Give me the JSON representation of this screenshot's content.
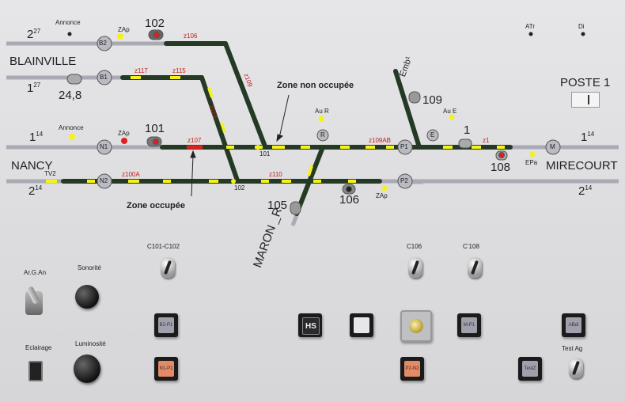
{
  "panel": {
    "poste_label": "POSTE 1",
    "indicators": {
      "atr": "ATr",
      "di": "Di"
    }
  },
  "lines": {
    "line_2_27": "2",
    "line_2_27_sup": "27",
    "line_1_27": "1",
    "line_1_27_sup": "27",
    "line_1_14_left": "1",
    "line_1_14_left_sup": "14",
    "line_2_14_left": "2",
    "line_2_14_left_sup": "14",
    "line_1_14_right": "1",
    "line_1_14_right_sup": "14",
    "line_2_14_right": "2",
    "line_2_14_right_sup": "14"
  },
  "places": {
    "blainville": "BLAINVILLE",
    "nancy": "NANCY",
    "mirecourt": "MIRECOURT",
    "maron": "MARON _R",
    "embt": "Emb¹"
  },
  "signals": {
    "s102": "102",
    "s101": "101",
    "s109": "109",
    "s1": "1",
    "s108": "108",
    "s106": "106",
    "s105": "105",
    "s24_8": "24,8"
  },
  "nodes": {
    "b2": "B2",
    "b1": "B1",
    "n1": "N1",
    "n2": "N2",
    "r": "R",
    "p1": "P1",
    "e": "E",
    "p2": "P2",
    "m": "M"
  },
  "small_labels": {
    "annonce_top": "Annonce",
    "annonce_mid": "Annonce",
    "zap_1": "ZAp",
    "zap_2": "ZAp",
    "zap_3": "ZAp",
    "au_r": "Au R",
    "au_e": "Au E",
    "epa": "EPa",
    "tv2": "TV2",
    "j101": "101",
    "j102": "102"
  },
  "zones": {
    "z106": "z106",
    "z117": "z117",
    "z115": "z115",
    "z113": "z113",
    "z109": "z109",
    "z107": "z107",
    "z109ab": "z109AB",
    "z1": "z1",
    "z100a": "z100A",
    "z110": "z110"
  },
  "annotations": {
    "free": "Zone non occupée",
    "occupied": "Zone occupée"
  },
  "controls": {
    "c101_c102": "C101-C102",
    "c106": "C106",
    "c108": "C’108",
    "ar_g_an": "Ar.G.An",
    "sonorite": "Sonorité",
    "eclairage": "Eclairage",
    "luminosite": "Luminosité",
    "test_ag": "Test Ag"
  },
  "buttons": {
    "b2_p1": "B2-P1",
    "n1_p1": "N1-P1",
    "hs": "HS",
    "blank": "",
    "m_p1": "M-P1",
    "abdi": "ABdi",
    "p2_n2": "P2-N2",
    "testz": "TestZ"
  },
  "colors": {
    "track_dark": "#243a24",
    "track_light": "#a9aab4",
    "lamp_yellow": "#f4f21a",
    "lamp_red": "#e02020",
    "zone_red": "#c8201c"
  }
}
